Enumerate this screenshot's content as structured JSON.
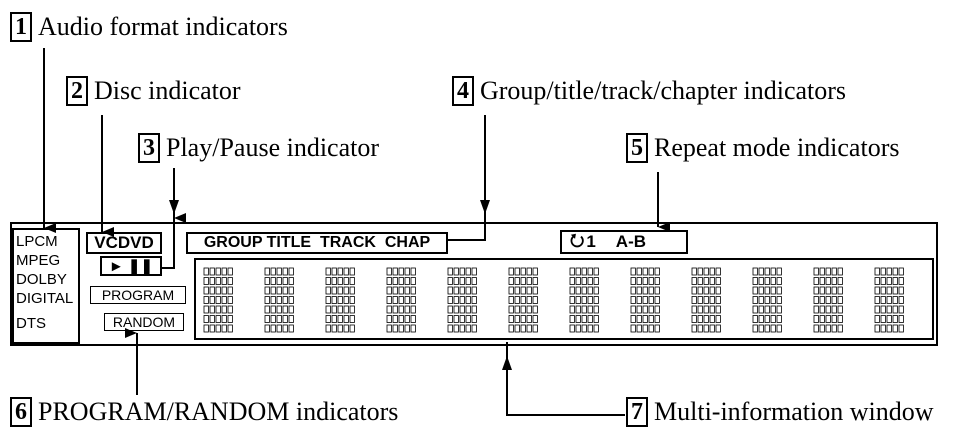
{
  "callouts": [
    {
      "num": "1",
      "label": "Audio format indicators"
    },
    {
      "num": "2",
      "label": "Disc indicator"
    },
    {
      "num": "3",
      "label": "Play/Pause indicator"
    },
    {
      "num": "4",
      "label": "Group/title/track/chapter indicators"
    },
    {
      "num": "5",
      "label": "Repeat mode indicators"
    },
    {
      "num": "6",
      "label": "PROGRAM/RANDOM indicators"
    },
    {
      "num": "7",
      "label": "Multi-information window"
    }
  ],
  "display": {
    "audio_formats": [
      "LPCM",
      "MPEG",
      "DOLBY",
      "DIGITAL",
      "DTS"
    ],
    "disc": "VCDVD",
    "play_pause": "► ❚❚",
    "group_title": "GROUP TITLE  TRACK  CHAP",
    "repeat_symbol": "⭮",
    "repeat_one": "1",
    "repeat_ab": "A-B",
    "program": "PROGRAM",
    "random": "RANDOM"
  }
}
